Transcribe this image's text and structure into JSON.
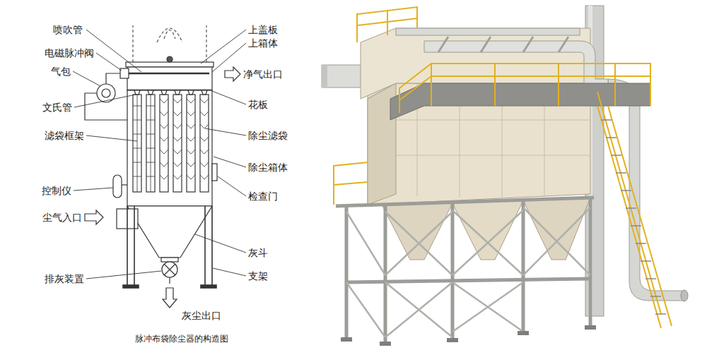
{
  "diagram": {
    "caption": "脉冲布袋除尘器的构造图",
    "labels": [
      "喷吹管",
      "上盖板",
      "上箱体",
      "电磁脉冲阀",
      "气包",
      "净气出口",
      "花板",
      "文氏管",
      "滤袋框架",
      "除尘滤袋",
      "除尘箱体",
      "控制仪",
      "检查门",
      "尘气入口",
      "灰斗",
      "排灰装置",
      "支架",
      "灰尘出口"
    ]
  }
}
